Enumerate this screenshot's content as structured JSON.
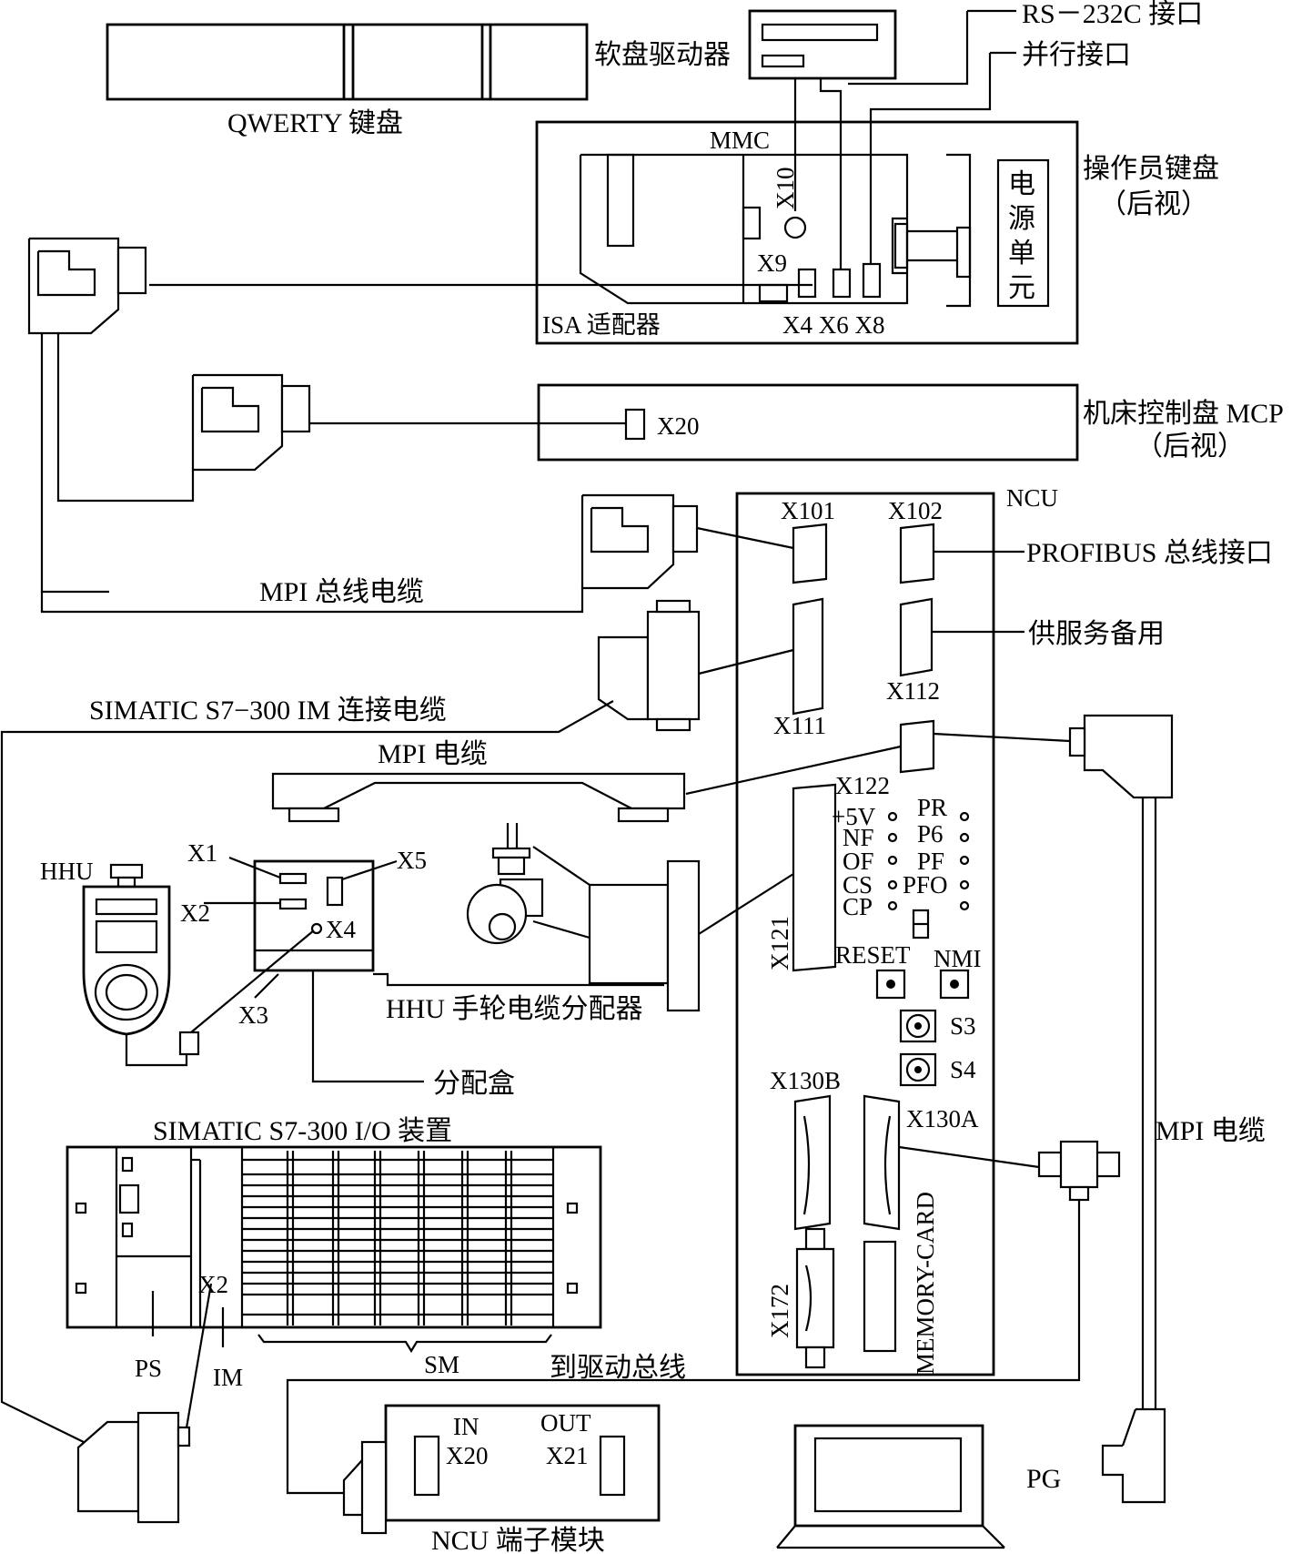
{
  "labels": {
    "qwerty": "QWERTY 键盘",
    "floppy": "软盘驱动器",
    "rs232": "RS－232C 接口",
    "parallel": "并行接口",
    "mmc": "MMC",
    "x10": "X10",
    "x9": "X9",
    "x4x6x8": "X4 X6 X8",
    "isa": "ISA 适配器",
    "op_keyboard": "操作员键盘",
    "rear_view_1": "（后视）",
    "psu_chars": [
      "电",
      "源",
      "单",
      "元"
    ],
    "mcp": "机床控制盘 MCP",
    "rear_view_2": "（后视）",
    "x20_mcp": "X20",
    "ncu": "NCU",
    "x101": "X101",
    "x102": "X102",
    "profibus": "PROFIBUS 总线接口",
    "service": "供服务备用",
    "x112": "X112",
    "x111": "X111",
    "mpi_bus_cable": "MPI 总线电缆",
    "im_cable": "SIMATIC S7−300 IM 连接电缆",
    "mpi_cable_1": "MPI 电缆",
    "x122": "X122",
    "leds_left": [
      "+5V",
      "NF",
      "OF",
      "CS",
      "CP"
    ],
    "leds_right": [
      "PR",
      "P6",
      "PF",
      "PFO"
    ],
    "reset": "RESET",
    "nmi": "NMI",
    "s3": "S3",
    "s4": "S4",
    "x121": "X121",
    "hhu": "HHU",
    "x1": "X1",
    "x2_box": "X2",
    "x5": "X5",
    "x4_box": "X4",
    "x3": "X3",
    "hhu_distributor": "HHU 手轮电缆分配器",
    "dist_box": "分配盒",
    "x130b": "X130B",
    "x130a": "X130A",
    "mpi_cable_2": "MPI 电缆",
    "memory_card": "MEMORY-CARD",
    "x172": "X172",
    "io_unit": "SIMATIC S7-300 I/O 装置",
    "x2_io": "X2",
    "ps": "PS",
    "im": "IM",
    "sm": "SM",
    "drive_bus": "到驱动总线",
    "in": "IN",
    "out": "OUT",
    "x20_term": "X20",
    "x21_term": "X21",
    "pg": "PG",
    "ncu_terminal": "NCU 端子模块"
  }
}
